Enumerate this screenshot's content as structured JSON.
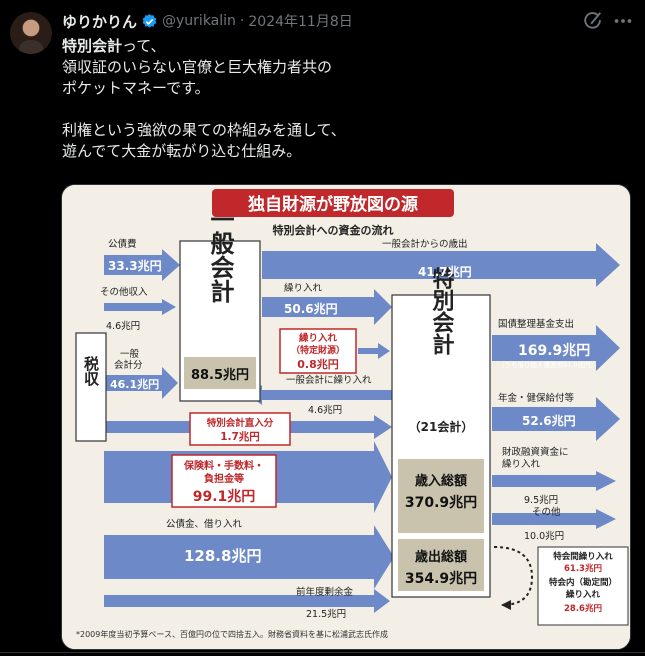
{
  "post": {
    "author_name": "ゆりかりん",
    "handle": "@yurikalin",
    "separator": "·",
    "date": "2024年11月8日",
    "text_lines": [
      {
        "bold": "特別会計",
        "rest": "って、"
      },
      {
        "bold": "",
        "rest": "領収証のいらない官僚と巨大権力者共の"
      },
      {
        "bold": "",
        "rest": "ポケットマネーです。"
      },
      {
        "bold": "",
        "rest": ""
      },
      {
        "bold": "",
        "rest": "利権という強欲の果ての枠組みを通して、"
      },
      {
        "bold": "",
        "rest": "遊んでて大金が転がり込む仕組み。"
      }
    ]
  },
  "icons": {
    "verified": "verified-badge-icon",
    "grok": "grok-icon",
    "more": "more-icon"
  },
  "colors": {
    "verified": "#1d9bf0",
    "arrow": "#6e89c7",
    "red": "#c0282b",
    "title_bg": "#c0282b"
  },
  "infographic": {
    "title": "独自財源が野放図の源",
    "subtitle": "特別会計への資金の流れ",
    "tax": "税収",
    "general_account": "一般会計",
    "general_total": "88.5兆円",
    "special_account": "特別会計",
    "special_count": "（21会計）",
    "revenue_label": "歳入総額",
    "revenue_value": "370.9兆円",
    "expense_label": "歳出総額",
    "expense_value": "354.9兆円",
    "bond_label": "公債費",
    "bond_value": "33.3兆円",
    "other_income_label": "その他収入",
    "other_income_value": "4.6兆円",
    "general_share_label1": "一般",
    "general_share_label2": "会計分",
    "general_share_value": "46.1兆円",
    "from_general_label": "一般会計からの歳出",
    "from_general_value": "41.7兆円",
    "transfer_label": "繰り入れ",
    "transfer_value": "50.6兆円",
    "transfer_special_label1": "繰り入れ",
    "transfer_special_label2": "（特定財源）",
    "transfer_special_value": "0.8兆円",
    "to_general_label": "一般会計に繰り入れ",
    "to_general_value": "4.6兆円",
    "direct_label": "特別会計直入分",
    "direct_value": "1.7兆円",
    "fees_label1": "保険料・手数料・",
    "fees_label2": "負担金等",
    "fees_value": "99.1兆円",
    "loans_label": "公債金、借り入れ",
    "loans_value": "128.8兆円",
    "surplus_label": "前年度剰余金",
    "surplus_value": "21.5兆円",
    "debt_fund_label": "国債整理基金支出",
    "debt_fund_value": "169.9兆円",
    "debt_fund_note": "（うち借り換え債運用91.0兆円）",
    "pension_label": "年金・健保給付等",
    "pension_value": "52.6兆円",
    "fiscal_label1": "財政融資資金に",
    "fiscal_label2": "繰り入れ",
    "fiscal_value": "9.5兆円",
    "other_label": "その他",
    "other_value": "10.0兆円",
    "inter_label": "特会間繰り入れ",
    "inter_value": "61.3兆円",
    "intra_label1": "特会内（勘定間）",
    "intra_label2": "繰り入れ",
    "intra_value": "28.6兆円",
    "footnote": "*2009年度当初予算ベース、百億円の位で四捨五入。財務省資料を基に松浦武志氏作成"
  }
}
